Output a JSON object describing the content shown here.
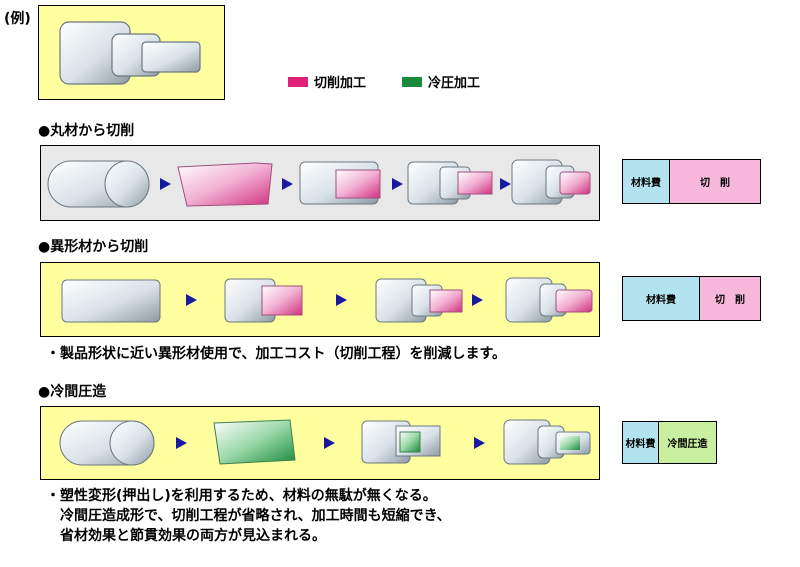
{
  "example_label": "(例)",
  "legend": {
    "cutting": {
      "label": "切削加工",
      "color": "#e0207a"
    },
    "cold": {
      "label": "冷圧加工",
      "color": "#1a8a3c"
    }
  },
  "sections": [
    {
      "title": "●丸材から切削",
      "panel_color": "#e8e8e8",
      "cost": {
        "material": "材料費",
        "process": "切　削",
        "material_color": "#b3e3ee",
        "process_color": "#f7b8dc"
      }
    },
    {
      "title": "●異形材から切削",
      "panel_color": "#ffffa0",
      "cost": {
        "material": "材料費",
        "process": "切　削",
        "material_color": "#b3e3ee",
        "process_color": "#f7b8dc"
      },
      "note": "・製品形状に近い異形材使用で、加工コスト（切削工程）を削減します。"
    },
    {
      "title": "●冷間圧造",
      "panel_color": "#ffffa0",
      "cost": {
        "material": "材料費",
        "process": "冷間圧造",
        "material_color": "#b3e3ee",
        "process_color": "#c8f0a0"
      },
      "note_lines": [
        "・塑性変形(押出し)を利用するため、材料の無駄が無くなる。",
        "冷間圧造成形で、切削工程が省略され、加工時間も短縮でき、",
        "省材効果と節貫効果の両方が見込まれる。"
      ]
    }
  ],
  "colors": {
    "arrow": "#1a1aa0",
    "metal_light": "#f4f8fa",
    "metal_dark": "#9aa6ae"
  }
}
